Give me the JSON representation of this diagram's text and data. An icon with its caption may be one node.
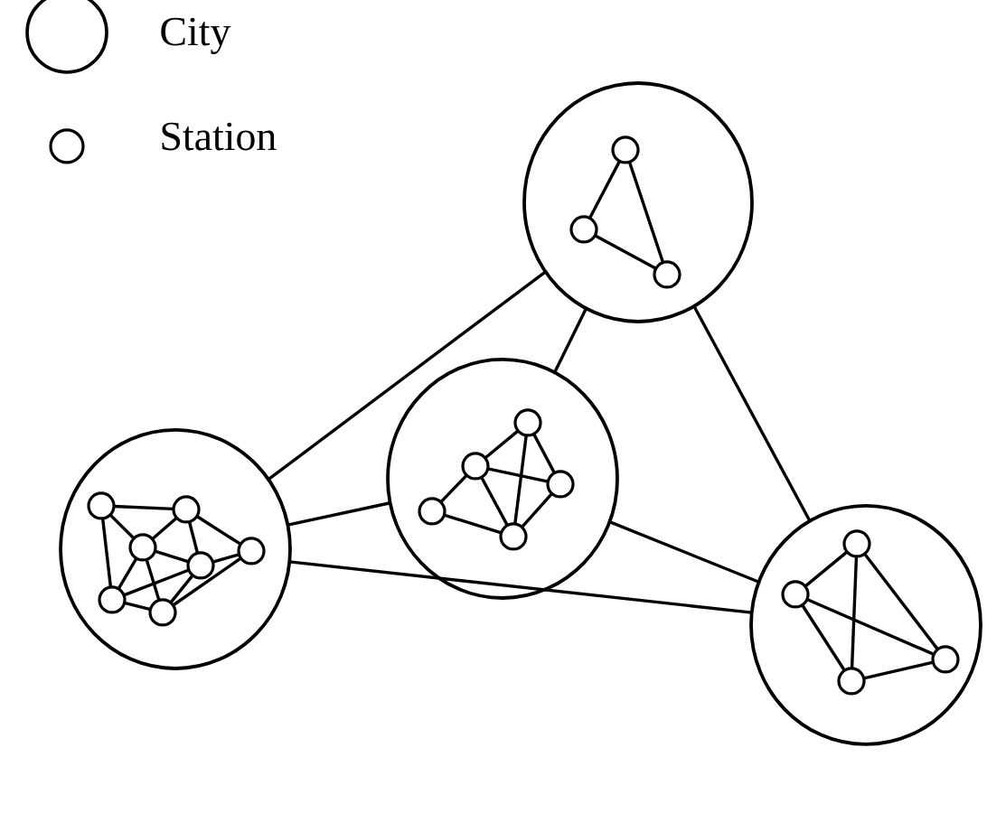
{
  "diagram": {
    "nodes": [
      {
        "text": [],
        "shape": "circle"
      },
      {
        "text": [],
        "shape": "circle",
        "in": 0
      },
      {
        "text": [],
        "shape": "circle",
        "in": 0
      },
      {
        "text": [],
        "shape": "circle",
        "in": 0
      },
      {
        "text": [],
        "shape": "circle"
      },
      {
        "text": [],
        "shape": "circle",
        "in": 4
      },
      {
        "text": [],
        "shape": "circle",
        "in": 4
      },
      {
        "text": [],
        "shape": "circle",
        "in": 4
      },
      {
        "text": [],
        "shape": "circle",
        "in": 4
      },
      {
        "text": [],
        "shape": "circle",
        "in": 4
      },
      {
        "text": [],
        "shape": "circle"
      },
      {
        "text": [],
        "shape": "circle",
        "in": 10
      },
      {
        "text": [],
        "shape": "circle",
        "in": 10
      },
      {
        "text": [],
        "shape": "circle",
        "in": 10
      },
      {
        "text": [],
        "shape": "circle",
        "in": 10
      },
      {
        "text": [],
        "shape": "circle",
        "in": 10
      },
      {
        "text": [],
        "shape": "circle",
        "in": 10
      },
      {
        "text": [],
        "shape": "circle",
        "in": 10
      },
      {
        "text": [],
        "shape": "circle"
      },
      {
        "text": [],
        "shape": "circle",
        "in": 18
      },
      {
        "text": [],
        "shape": "circle",
        "in": 18
      },
      {
        "text": [],
        "shape": "circle",
        "in": 18
      },
      {
        "text": [],
        "shape": "circle",
        "in": 18
      }
    ],
    "edges": [
      {
        "from": 0,
        "to": 10,
        "arrow": "none"
      },
      {
        "from": 0,
        "to": 4,
        "arrow": "none"
      },
      {
        "from": 0,
        "to": 18,
        "arrow": "none"
      },
      {
        "from": 4,
        "to": 10,
        "arrow": "none"
      },
      {
        "from": 4,
        "to": 18,
        "arrow": "none"
      },
      {
        "from": 10,
        "to": 18,
        "arrow": "none"
      },
      {
        "from": 1,
        "to": 2,
        "arrow": "none"
      },
      {
        "from": 1,
        "to": 3,
        "arrow": "none"
      },
      {
        "from": 2,
        "to": 3,
        "arrow": "none"
      },
      {
        "from": 5,
        "to": 6,
        "arrow": "none"
      },
      {
        "from": 5,
        "to": 9,
        "arrow": "none"
      },
      {
        "from": 5,
        "to": 7,
        "arrow": "none"
      },
      {
        "from": 6,
        "to": 7,
        "arrow": "none"
      },
      {
        "from": 6,
        "to": 8,
        "arrow": "none"
      },
      {
        "from": 6,
        "to": 9,
        "arrow": "none"
      },
      {
        "from": 8,
        "to": 9,
        "arrow": "none"
      },
      {
        "from": 7,
        "to": 9,
        "arrow": "none"
      },
      {
        "from": 11,
        "to": 12,
        "arrow": "none"
      },
      {
        "from": 11,
        "to": 13,
        "arrow": "none"
      },
      {
        "from": 11,
        "to": 16,
        "arrow": "none"
      },
      {
        "from": 12,
        "to": 13,
        "arrow": "none"
      },
      {
        "from": 12,
        "to": 14,
        "arrow": "none"
      },
      {
        "from": 12,
        "to": 15,
        "arrow": "none"
      },
      {
        "from": 13,
        "to": 14,
        "arrow": "none"
      },
      {
        "from": 13,
        "to": 16,
        "arrow": "none"
      },
      {
        "from": 13,
        "to": 17,
        "arrow": "none"
      },
      {
        "from": 14,
        "to": 17,
        "arrow": "none"
      },
      {
        "from": 14,
        "to": 15,
        "arrow": "none"
      },
      {
        "from": 16,
        "to": 14,
        "arrow": "none"
      },
      {
        "from": 16,
        "to": 17,
        "arrow": "none"
      },
      {
        "from": 17,
        "to": 15,
        "arrow": "none"
      },
      {
        "from": 19,
        "to": 20,
        "arrow": "none"
      },
      {
        "from": 19,
        "to": 22,
        "arrow": "none"
      },
      {
        "from": 19,
        "to": 21,
        "arrow": "none"
      },
      {
        "from": 20,
        "to": 22,
        "arrow": "none"
      },
      {
        "from": 20,
        "to": 21,
        "arrow": "none"
      },
      {
        "from": 22,
        "to": 21,
        "arrow": "none"
      }
    ],
    "legend": [
      {
        "text": "City"
      },
      {
        "text": "Station"
      }
    ]
  }
}
